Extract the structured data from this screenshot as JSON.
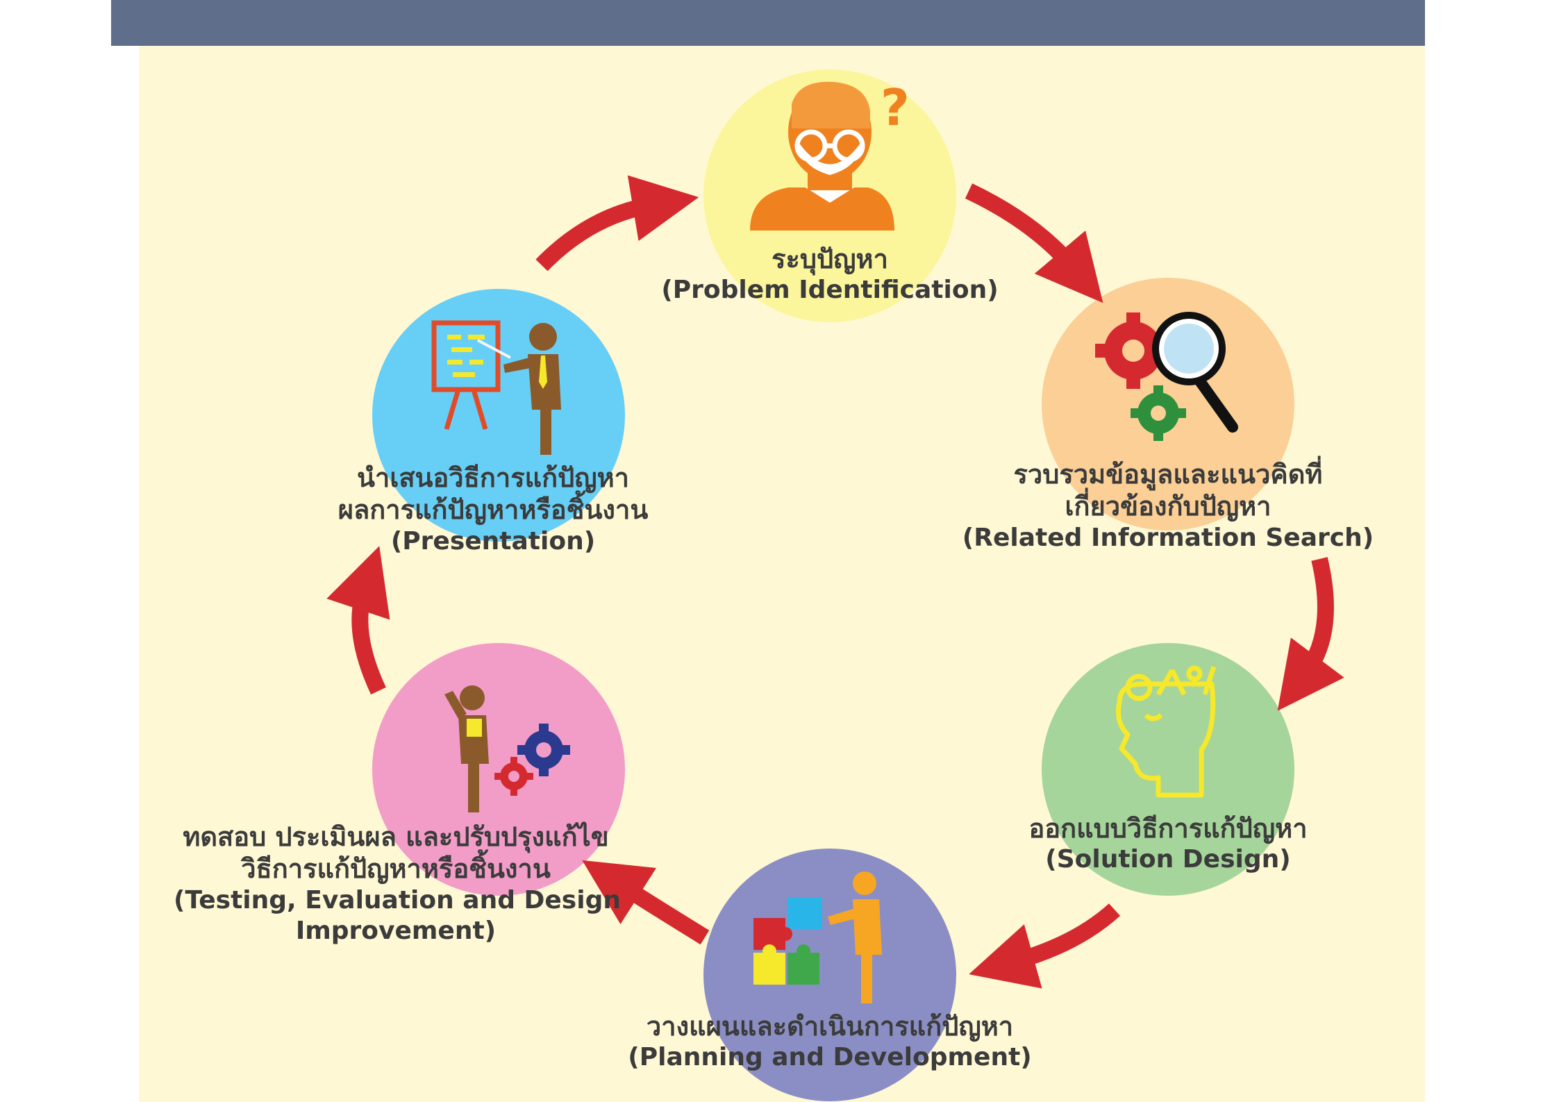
{
  "steps": [
    {
      "th": "ระบุปัญหา",
      "en": "(Problem Identification)",
      "color": "#fbf59b",
      "icon": "thinking-person-icon"
    },
    {
      "th1": "รวบรวมข้อมูลและแนวคิดที่",
      "th2": "เกี่ยวข้องกับปัญหา",
      "en": "(Related Information Search)",
      "color": "#fbcf95",
      "icon": "gears-magnifier-icon"
    },
    {
      "th": "ออกแบบวิธีการแก้ปัญหา",
      "en": "(Solution Design)",
      "color": "#a6d59b",
      "icon": "idea-head-icon"
    },
    {
      "th": "วางแผนและดำเนินการแก้ปัญหา",
      "en": "(Planning and Development)",
      "color": "#8b8ec4",
      "icon": "puzzle-person-icon"
    },
    {
      "th1": "ทดสอบ ประเมินผล และปรับปรุงแก้ไข",
      "th2": "วิธีการแก้ปัญหาหรือชิ้นงาน",
      "en1": "(Testing, Evaluation and Design",
      "en2": "Improvement)",
      "color": "#f29cc8",
      "icon": "person-gears-icon"
    },
    {
      "th1": "นำเสนอวิธีการแก้ปัญหา",
      "th2": "ผลการแก้ปัญหาหรือชิ้นงาน",
      "en": "(Presentation)",
      "color": "#67cef5",
      "icon": "presenter-board-icon"
    }
  ],
  "colors": {
    "arrow": "#d42a2f",
    "header": "#5f6e8a",
    "background": "#fff8d4",
    "text": "#3b3b3b"
  }
}
